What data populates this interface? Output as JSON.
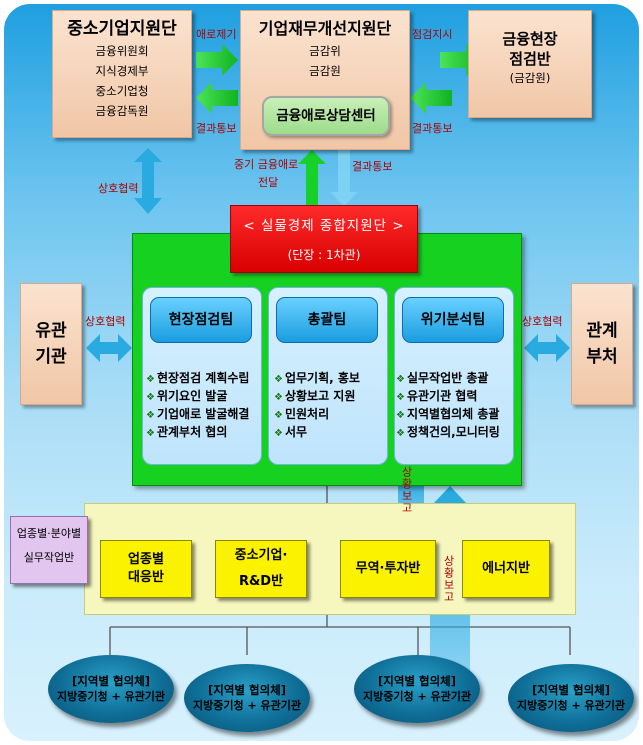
{
  "top": {
    "sme_support": {
      "title": "중소기업지원단",
      "members": [
        "금융위원회",
        "지식경제부",
        "중소기업청",
        "금융감독원"
      ]
    },
    "corp_finance": {
      "title": "기업재무개선지원단",
      "members": [
        "금감위",
        "금감원"
      ]
    },
    "consult_center": {
      "title": "금융애로상담센터"
    },
    "field_team": {
      "title_lines": [
        "금융현장",
        "점검반"
      ],
      "sub": "(금감원)"
    }
  },
  "labels": {
    "difficulty_referral": "애로제기",
    "result_notice_left": "결과통보",
    "inspection_order": "점검지시",
    "result_notice_right": "결과통보",
    "mutual_coop_top": "상호협력",
    "sme_difficulty_line1": "중기 금융애로",
    "sme_difficulty_line2": "전달",
    "result_notice_center": "결과통보",
    "mutual_coop_left": "상호협력",
    "mutual_coop_right": "상호협력",
    "status_report_1": "상황보고",
    "status_report_2": "상황보고"
  },
  "hq": {
    "title": "< 실물경제 종합지원단 >",
    "sub": "(단장 : 1차관)"
  },
  "teams": [
    {
      "name": "현장점검팀",
      "items": [
        "현장점검 계획수립",
        "위기요인 발굴",
        "기업애로 발굴해결",
        "관계부처 협의"
      ]
    },
    {
      "name": "총괄팀",
      "items": [
        "업무기획, 홍보",
        "상황보고 지원",
        "민원처리",
        "서무"
      ]
    },
    {
      "name": "위기분석팀",
      "items": [
        "실무작업반 총괄",
        "유관기관 협력",
        "지역별협의체 총괄",
        "정책건의,모니터링"
      ]
    }
  ],
  "side": {
    "left_lines": [
      "유관",
      "기관"
    ],
    "right_lines": [
      "관계",
      "부처"
    ]
  },
  "working_group": {
    "label_lines": [
      "업종별·분야별",
      "실무작업반"
    ],
    "units": [
      {
        "lines": [
          "업종별",
          "대응반"
        ]
      },
      {
        "lines": [
          "중소기업·",
          "R&D반"
        ]
      },
      {
        "lines": [
          "무역·투자반"
        ]
      },
      {
        "lines": [
          "에너지반"
        ]
      }
    ]
  },
  "regional": [
    {
      "line1": "[지역별 협의체]",
      "line2": "지방중기청 + 유관기관"
    },
    {
      "line1": "[지역별 협의체]",
      "line2": "지방중기청 + 유관기관"
    },
    {
      "line1": "[지역별 협의체]",
      "line2": "지방중기청 + 유관기관"
    },
    {
      "line1": "[지역별 협의체]",
      "line2": "지방중기청 + 유관기관"
    }
  ],
  "colors": {
    "arrow": "#29abe2",
    "green_arrow": "#18d02a",
    "red_box": "#e00000",
    "yellow": "#fbf200"
  }
}
